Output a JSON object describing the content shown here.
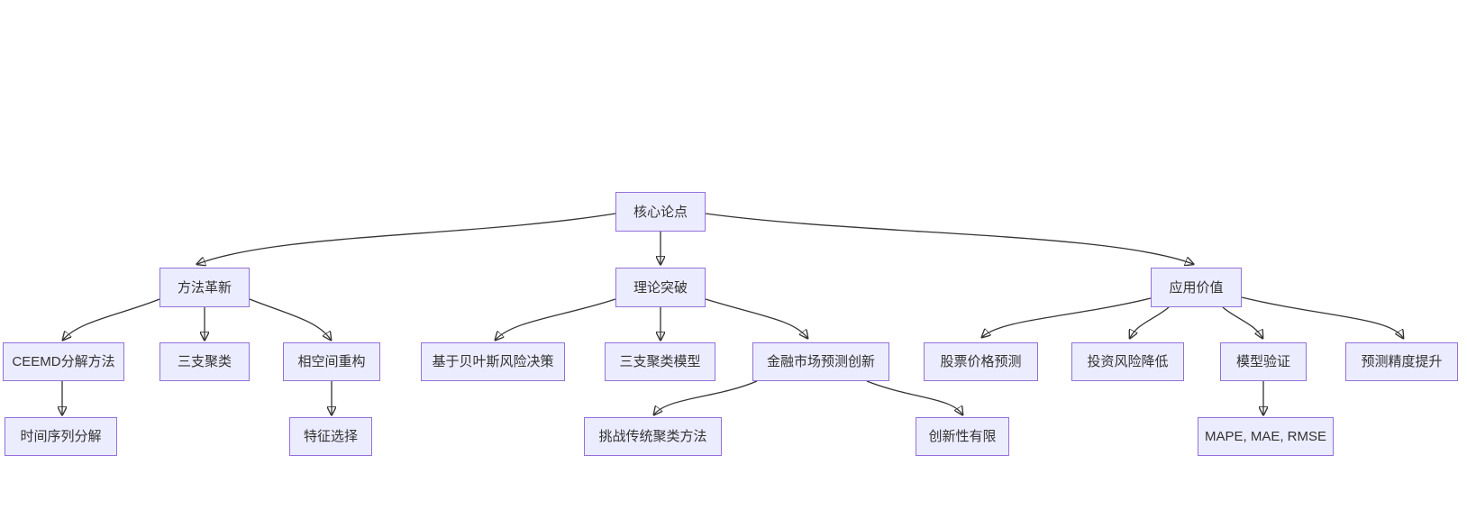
{
  "diagram": {
    "type": "flowchart-top-down",
    "theme": {
      "background": "#ffffff",
      "node_fill": "#ECECFF",
      "node_border": "#9370DB",
      "edge_color": "#333333",
      "text_color": "#333333"
    }
  },
  "nodes": [
    {
      "id": "core",
      "label": "核心论点"
    },
    {
      "id": "method",
      "label": "方法革新"
    },
    {
      "id": "theory",
      "label": "理论突破"
    },
    {
      "id": "application",
      "label": "应用价值"
    },
    {
      "id": "ceemd",
      "label": "CEEMD分解方法"
    },
    {
      "id": "threeway",
      "label": "三支聚类"
    },
    {
      "id": "phasespace",
      "label": "相空间重构"
    },
    {
      "id": "bayes",
      "label": "基于贝叶斯风险决策"
    },
    {
      "id": "twmodel",
      "label": "三支聚类模型"
    },
    {
      "id": "finance",
      "label": "金融市场预测创新"
    },
    {
      "id": "stock",
      "label": "股票价格预测"
    },
    {
      "id": "risk",
      "label": "投资风险降低"
    },
    {
      "id": "validation",
      "label": "模型验证"
    },
    {
      "id": "precision",
      "label": "预测精度提升"
    },
    {
      "id": "tsdecomp",
      "label": "时间序列分解"
    },
    {
      "id": "feature",
      "label": "特征选择"
    },
    {
      "id": "challenge",
      "label": "挑战传统聚类方法"
    },
    {
      "id": "limited",
      "label": "创新性有限"
    },
    {
      "id": "metrics",
      "label": "MAPE, MAE, RMSE"
    }
  ],
  "edges": [
    {
      "from": "核心论点",
      "to": "方法革新"
    },
    {
      "from": "核心论点",
      "to": "理论突破"
    },
    {
      "from": "核心论点",
      "to": "应用价值"
    },
    {
      "from": "方法革新",
      "to": "CEEMD分解方法"
    },
    {
      "from": "方法革新",
      "to": "三支聚类"
    },
    {
      "from": "方法革新",
      "to": "相空间重构"
    },
    {
      "from": "CEEMD分解方法",
      "to": "时间序列分解"
    },
    {
      "from": "相空间重构",
      "to": "特征选择"
    },
    {
      "from": "理论突破",
      "to": "基于贝叶斯风险决策"
    },
    {
      "from": "理论突破",
      "to": "三支聚类模型"
    },
    {
      "from": "理论突破",
      "to": "金融市场预测创新"
    },
    {
      "from": "金融市场预测创新",
      "to": "挑战传统聚类方法"
    },
    {
      "from": "金融市场预测创新",
      "to": "创新性有限"
    },
    {
      "from": "应用价值",
      "to": "股票价格预测"
    },
    {
      "from": "应用价值",
      "to": "投资风险降低"
    },
    {
      "from": "应用价值",
      "to": "模型验证"
    },
    {
      "from": "应用价值",
      "to": "预测精度提升"
    },
    {
      "from": "模型验证",
      "to": "MAPE, MAE, RMSE"
    }
  ]
}
